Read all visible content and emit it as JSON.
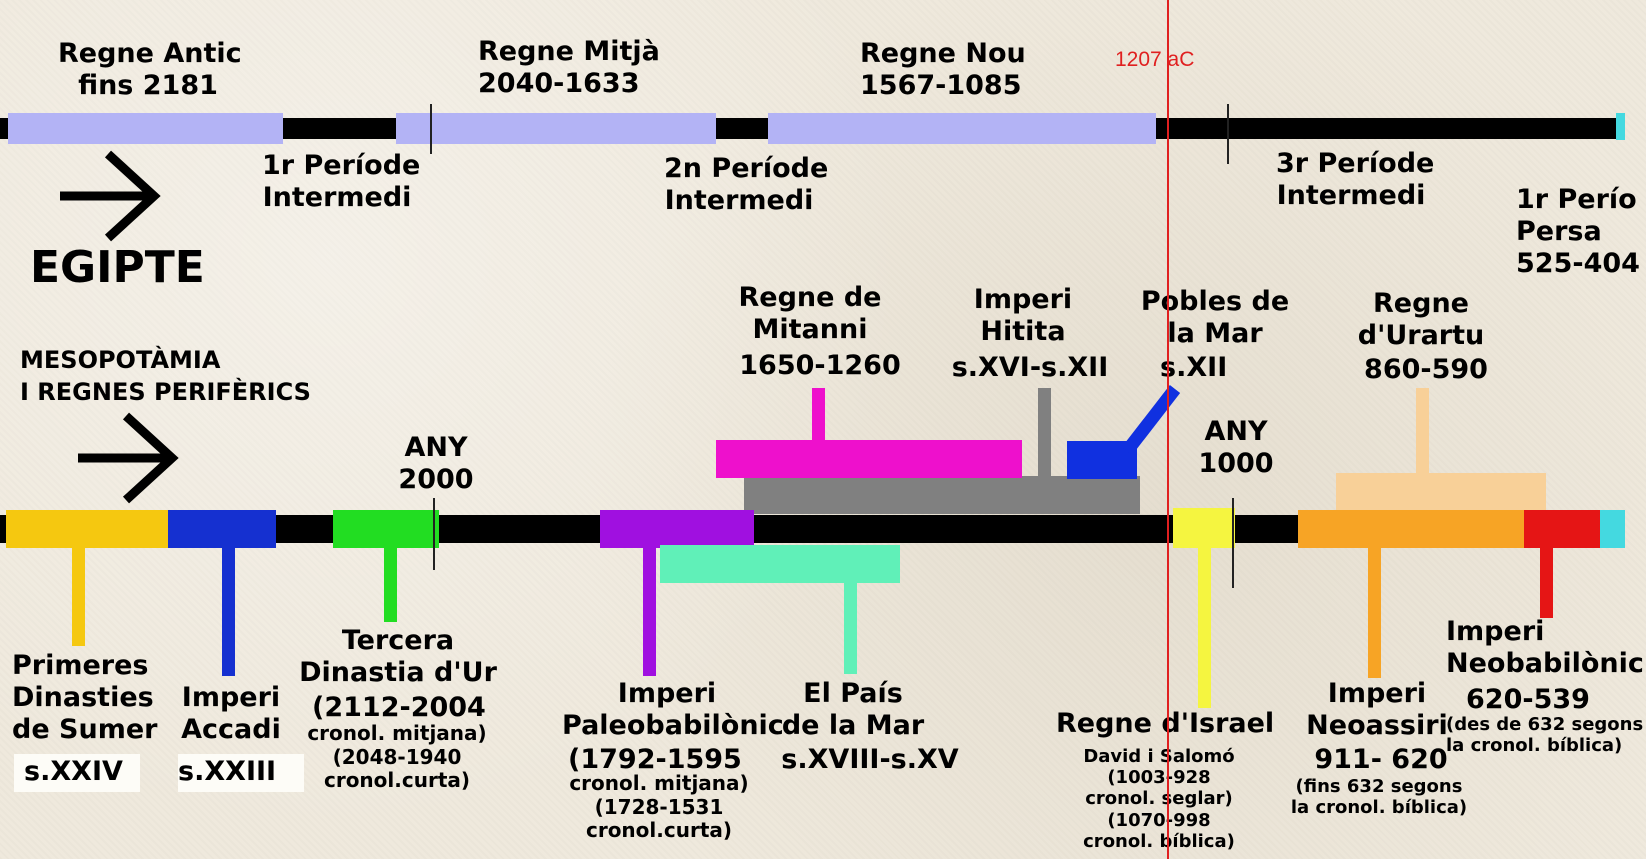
{
  "egypt": {
    "section_label": "EGIPTE",
    "periods": [
      {
        "label": "Regne Antic\nfins 2181",
        "color": "#b3b3f5"
      },
      {
        "label": "1r Període\nIntermedi"
      },
      {
        "label": "Regne Mitjà\n2040-1633",
        "color": "#b3b3f5"
      },
      {
        "label": "2n Període\nIntermedi"
      },
      {
        "label": "Regne Nou\n1567-1085",
        "color": "#b3b3f5"
      },
      {
        "label": "3r Període\nIntermedi"
      },
      {
        "label": "1r Perío\nPersa\n525-404",
        "color": "#44d9e0"
      }
    ]
  },
  "marker": {
    "label": "1207 aC",
    "color": "#e02020"
  },
  "meso": {
    "section_label": "MESOPOTÀMIA\nI REGNES PERIFÈRICS",
    "year_labels": [
      "ANY\n2000",
      "ANY\n1000"
    ],
    "entities": [
      {
        "name": "Primeres\nDinasties\nde Sumer",
        "date": "s.XXIV",
        "color": "#f5c810"
      },
      {
        "name": "Imperi\nAccadi",
        "date": "s.XXIII",
        "color": "#1530d0"
      },
      {
        "name": "Tercera\nDinastia d'Ur",
        "date": "(2112-2004",
        "extra": "cronol. mitjana)\n(2048-1940\ncronol.curta)",
        "color": "#22dd22"
      },
      {
        "name": "Imperi\nPaleobabilònic",
        "date": "(1792-1595",
        "extra": "cronol. mitjana)\n(1728-1531\ncronol.curta)",
        "color": "#a010e0"
      },
      {
        "name": "El País\nde la Mar",
        "date": "s.XVIII-s.XV",
        "color": "#60f0b8"
      },
      {
        "name": "Regne de\nMitanni",
        "date": "1650-1260",
        "color": "#ee10cc"
      },
      {
        "name": "Imperi\nHitita",
        "date": "s.XVI-s.XII",
        "color": "#808080"
      },
      {
        "name": "Pobles de\nla Mar",
        "date": "s.XII",
        "color": "#1030e0"
      },
      {
        "name": "Regne d'Israel",
        "extra": "David i Salomó\n(1003-928\ncronol. seglar)\n(1070-998\ncronol. bíblica)",
        "color": "#f5f540"
      },
      {
        "name": "Regne\nd'Urartu",
        "date": "860-590",
        "color": "#f8d098"
      },
      {
        "name": "Imperi\nNeoassiri",
        "date": "911- 620",
        "extra": "(fins 632 segons\nla cronol. bíblica)",
        "color": "#f7a425"
      },
      {
        "name": "Imperi\nNeobabilònic",
        "date": "620-539",
        "extra": "(des de 632 segons\nla cronol. bíblica)",
        "color": "#e51515"
      }
    ]
  }
}
